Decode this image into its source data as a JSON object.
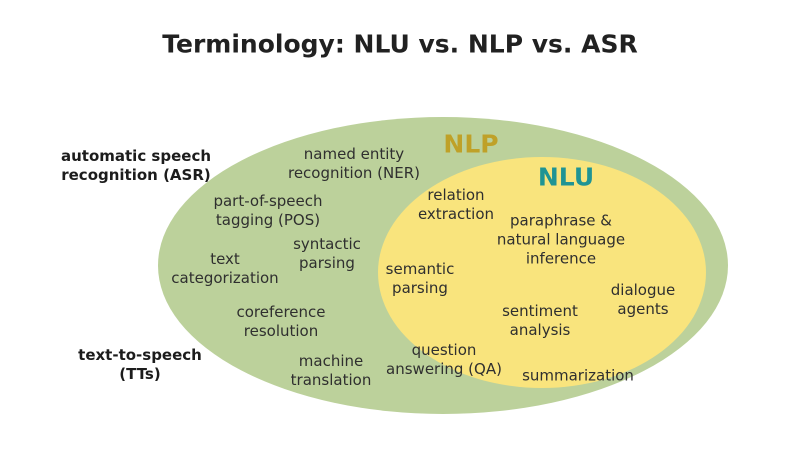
{
  "title": "Terminology: NLU vs. NLP vs. ASR",
  "diagram": {
    "nlp_set_label": "NLP",
    "nlu_set_label": "NLU",
    "outside_items": [
      {
        "id": "automatic-speech-recognition",
        "text": "automatic speech\nrecognition (ASR)"
      },
      {
        "id": "text-to-speech",
        "text": "text-to-speech\n(TTs)"
      }
    ],
    "nlp_items": [
      {
        "id": "named-entity-recognition",
        "text": "named entity\nrecognition (NER)"
      },
      {
        "id": "part-of-speech-tagging",
        "text": "part-of-speech\ntagging (POS)"
      },
      {
        "id": "syntactic-parsing",
        "text": "syntactic\nparsing"
      },
      {
        "id": "text-categorization",
        "text": "text\ncategorization"
      },
      {
        "id": "coreference-resolution",
        "text": "coreference\nresolution"
      },
      {
        "id": "machine-translation",
        "text": "machine\ntranslation"
      }
    ],
    "nlu_items": [
      {
        "id": "relation-extraction",
        "text": "relation\nextraction"
      },
      {
        "id": "paraphrase-nli",
        "text": "paraphrase &\nnatural language\ninference"
      },
      {
        "id": "semantic-parsing",
        "text": "semantic\nparsing"
      },
      {
        "id": "dialogue-agents",
        "text": "dialogue\nagents"
      },
      {
        "id": "sentiment-analysis",
        "text": "sentiment\nanalysis"
      },
      {
        "id": "question-answering",
        "text": "question\nanswering (QA)"
      },
      {
        "id": "summarization",
        "text": "summarization"
      }
    ]
  },
  "colors": {
    "background": "#ffffff",
    "nlp_ellipse_fill": "#bcd19b",
    "nlu_ellipse_fill": "#f9e47d",
    "nlp_label_color": "#bfa128",
    "nlu_label_color": "#1f9494",
    "item_text_color": "#2f2f2f",
    "title_color": "#212121"
  }
}
